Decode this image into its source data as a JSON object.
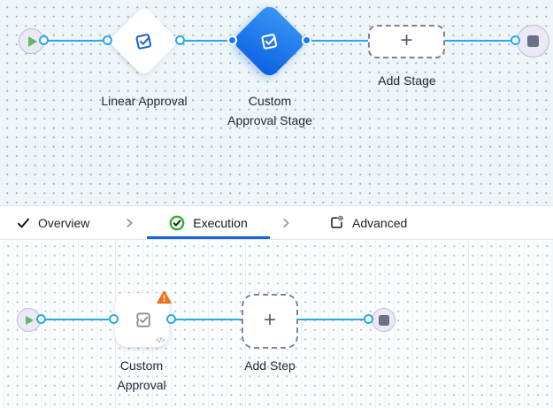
{
  "colors": {
    "flow_line": "#29a9e8",
    "selected_gradient_start": "#3a97f5",
    "selected_gradient_end": "#0b5fe3",
    "approval_icon_blue": "#1b66d6",
    "warning_orange": "#f2711c",
    "success_green": "#2db52d",
    "active_tab_underline": "#1565d8"
  },
  "stage_canvas": {
    "nodes": [
      {
        "id": "start",
        "icon": "play-icon"
      },
      {
        "id": "linear-approval",
        "label": "Linear Approval",
        "icon": "approval-check-icon"
      },
      {
        "id": "custom-approval-stage",
        "label": "Custom\nApproval Stage",
        "icon": "approval-check-icon",
        "selected": true
      },
      {
        "id": "add-stage",
        "label": "Add Stage",
        "plus": "+"
      },
      {
        "id": "end",
        "icon": "stop-icon"
      }
    ]
  },
  "tab_bar": {
    "separator_icon": "chevron-right-icon",
    "tabs": [
      {
        "label": "Overview",
        "icon": "check-icon",
        "active": false
      },
      {
        "label": "Execution",
        "icon": "check-circle-icon",
        "active": true
      },
      {
        "label": "Advanced",
        "icon": "advanced-gear-icon",
        "active": false
      }
    ]
  },
  "step_canvas": {
    "nodes": [
      {
        "id": "start",
        "icon": "play-icon"
      },
      {
        "id": "custom-approval",
        "label": "Custom\nApproval",
        "icon": "puzzle-check-icon",
        "warning": true,
        "code_badge": "</>"
      },
      {
        "id": "add-step",
        "label": "Add Step",
        "plus": "+"
      },
      {
        "id": "end",
        "icon": "stop-icon"
      }
    ]
  }
}
